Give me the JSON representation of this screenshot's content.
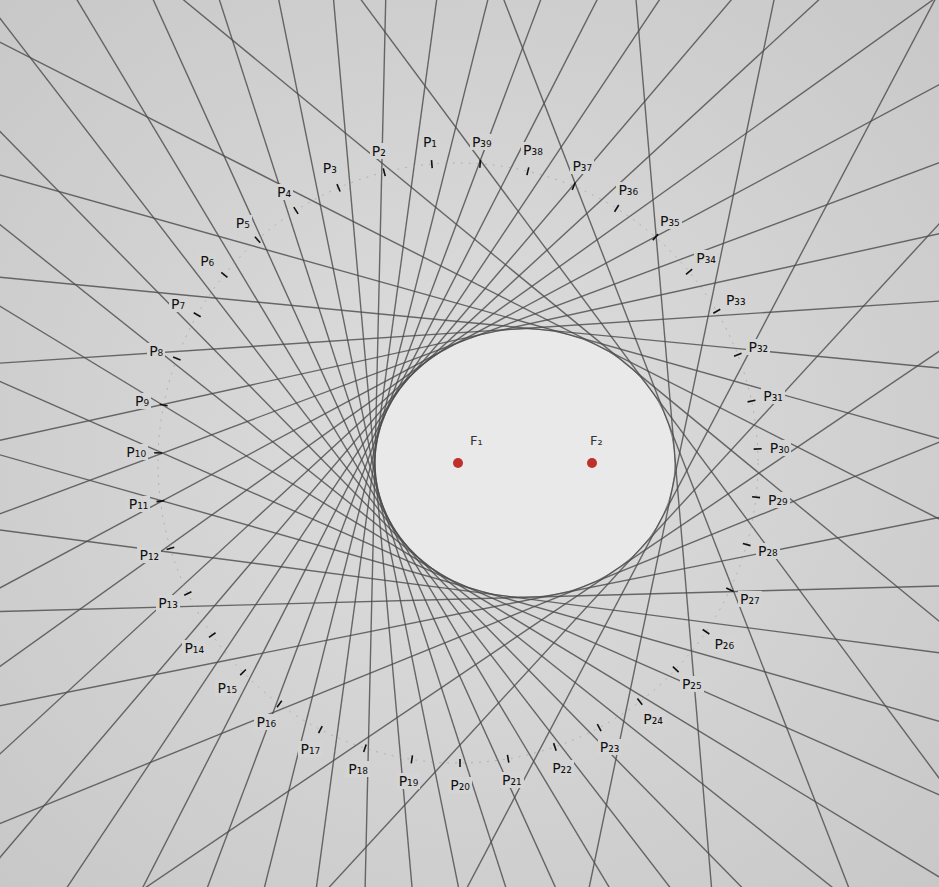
{
  "diagram": {
    "labels": [
      "F₁",
      "F₂",
      "P₁",
      "P₂",
      "P₃",
      "P₄",
      "P₅",
      "P₆",
      "P₇",
      "P₈",
      "P₉",
      "P₁₀",
      "P₁₁",
      "P₁₂",
      "P₁₃",
      "P₁₄",
      "P₁₅",
      "P₁₆",
      "P₁₇",
      "P₁₈",
      "P₁₉",
      "P₂₀",
      "P₂₁",
      "P₂₂",
      "P₂₃",
      "P₂₄",
      "P₂₅",
      "P₂₆",
      "P₂₇",
      "P₂₈",
      "P₂₉",
      "P₃₀",
      "P₃₁",
      "P₃₂",
      "P₃₃",
      "P₃₄",
      "P₃₅",
      "P₃₆",
      "P₃₇",
      "P₃₈",
      "P₃₉"
    ]
  }
}
